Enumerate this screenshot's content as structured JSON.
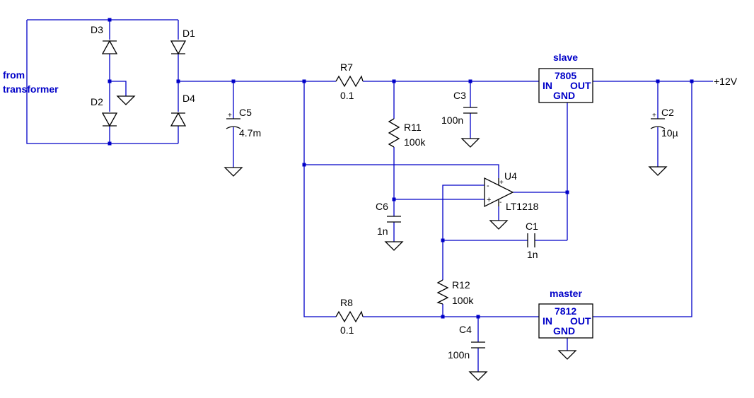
{
  "colors": {
    "wire": "#0000c8",
    "component": "#000000",
    "label": "#000000",
    "net_label": "#0000c8",
    "background": "#ffffff"
  },
  "labels": {
    "from_line1": "from",
    "from_line2": "transformer",
    "output": "+12V",
    "slave": "slave",
    "master": "master"
  },
  "diodes": {
    "d1": "D1",
    "d2": "D2",
    "d3": "D3",
    "d4": "D4"
  },
  "resistors": {
    "r7": {
      "ref": "R7",
      "value": "0.1"
    },
    "r8": {
      "ref": "R8",
      "value": "0.1"
    },
    "r11": {
      "ref": "R11",
      "value": "100k"
    },
    "r12": {
      "ref": "R12",
      "value": "100k"
    }
  },
  "capacitors": {
    "c1": {
      "ref": "C1",
      "value": "1n"
    },
    "c2": {
      "ref": "C2",
      "value": "10µ"
    },
    "c3": {
      "ref": "C3",
      "value": "100n"
    },
    "c4": {
      "ref": "C4",
      "value": "100n"
    },
    "c5": {
      "ref": "C5",
      "value": "4.7m"
    },
    "c6": {
      "ref": "C6",
      "value": "1n"
    }
  },
  "opamp": {
    "ref": "U4",
    "part": "LT1218",
    "minus": "-",
    "plus": "+"
  },
  "regulators": {
    "slave": {
      "part": "7805",
      "in": "IN",
      "out": "OUT",
      "gnd": "GND"
    },
    "master": {
      "part": "7812",
      "in": "IN",
      "out": "OUT",
      "gnd": "GND"
    }
  }
}
